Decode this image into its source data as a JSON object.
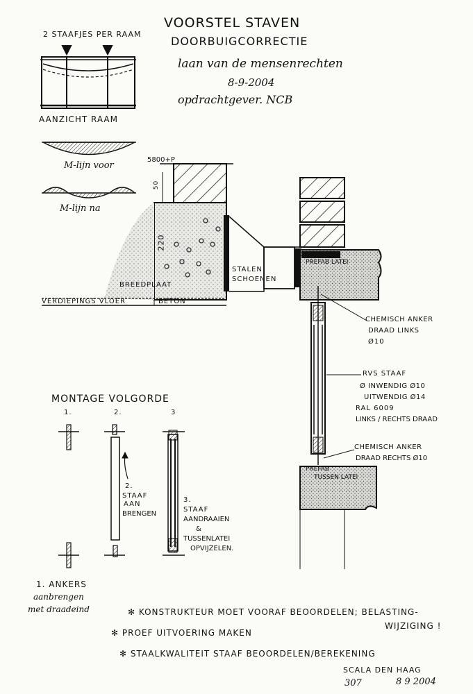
{
  "header": {
    "title": "VOORSTEL STAVEN",
    "subtitle": "DOORBUIGCORRECTIE",
    "location": "laan van de mensenrechten",
    "date": "8-9-2004",
    "client": "opdrachtgever. NCB"
  },
  "elevation": {
    "top_label": "2 STAAFJES PER RAAM",
    "caption": "AANZICHT   RAAM"
  },
  "moment": {
    "before": "M-lijn voor",
    "after": "M-lijn na"
  },
  "section": {
    "load": "5800+P",
    "dim_50": "50",
    "dim_220": "220",
    "stalen": "STALEN",
    "schoenen": "SCHOENEN",
    "breedplaat": "BREEDPLAAT",
    "floor": "VERDIEPINGS VLOER",
    "beton": "BETON",
    "prefab_latei": "PREFAB LATEI",
    "anker1_line1": "CHEMISCH ANKER",
    "anker1_line2": "DRAAD LINKS",
    "anker1_line3": "Ø10",
    "staaf1": "RVS STAAF",
    "staaf2": "Ø INWENDIG Ø10",
    "staaf3": "UITWENDIG Ø14",
    "staaf4": "RAL 6009",
    "staaf5": "LINKS / RECHTS DRAAD",
    "anker2_line1": "CHEMISCH ANKER",
    "anker2_line2": "DRAAD RECHTS Ø10",
    "tussen1": "PREFAB",
    "tussen2": "TUSSEN LATEI"
  },
  "montage": {
    "title": "MONTAGE VOLGORDE",
    "n1": "1.",
    "n2": "2.",
    "n3": "3",
    "step2_a": "2.",
    "step2_b": "STAAF",
    "step2_c": "AAN",
    "step2_d": "BRENGEN",
    "step3_a": "3.",
    "step3_b": "STAAF",
    "step3_c": "AANDRAAIEN",
    "step3_d": "&",
    "step3_e": "TUSSENLATEI",
    "step3_f": "OPVIJZELEN.",
    "step1_a": "1. ANKERS",
    "step1_b": "aanbrengen",
    "step1_c": "met draadeind"
  },
  "notes": {
    "n1a": "✻ KONSTRUKTEUR MOET VOORAF BEOORDELEN; BELASTING-",
    "n1b": "WIJZIGING !",
    "n2": "✻ PROEF UITVOERING MAKEN",
    "n3": "✻ STAALKWALITEIT STAAF BEOORDELEN/BEREKENING"
  },
  "signature": {
    "office": "SCALA   DEN HAAG",
    "number": "307",
    "date": "8  9  2004"
  }
}
